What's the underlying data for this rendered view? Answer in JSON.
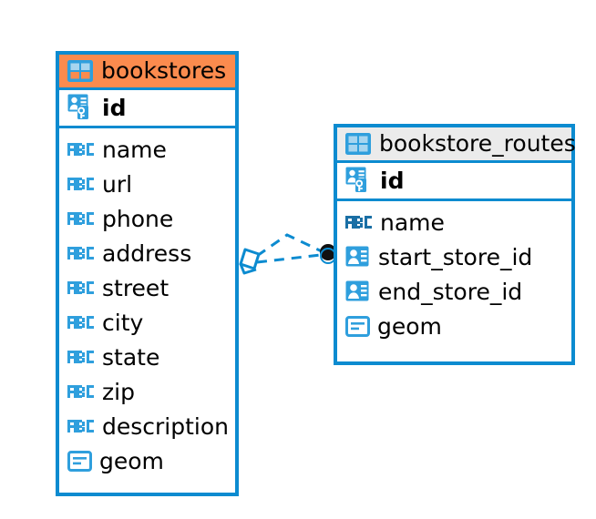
{
  "diagram": {
    "type": "entity-relationship-diagram",
    "background": "#ffffff",
    "colors": {
      "border_blue": "#0c8bd0",
      "header_accent_orange": "#fb8b4e",
      "header_plain_gray": "#ebebeb",
      "icon_blue": "#2f9fdd",
      "text_black": "#000000",
      "connector_blue": "#0c8bd0",
      "connector_endpoint_dark": "#111111"
    }
  },
  "tables": [
    {
      "name": "bookstores",
      "header_icon": "table-icon",
      "header_style": "accent",
      "primary_key": {
        "label": "id",
        "icon": "primary-key-icon"
      },
      "fields": [
        {
          "label": "name",
          "icon": "abc-text-icon",
          "type": "ABC"
        },
        {
          "label": "url",
          "icon": "abc-text-icon",
          "type": "ABC"
        },
        {
          "label": "phone",
          "icon": "abc-text-icon",
          "type": "ABC"
        },
        {
          "label": "address",
          "icon": "abc-text-icon",
          "type": "ABC"
        },
        {
          "label": "street",
          "icon": "abc-text-icon",
          "type": "ABC"
        },
        {
          "label": "city",
          "icon": "abc-text-icon",
          "type": "ABC"
        },
        {
          "label": "state",
          "icon": "abc-text-icon",
          "type": "ABC"
        },
        {
          "label": "zip",
          "icon": "abc-text-icon",
          "type": "ABC"
        },
        {
          "label": "description",
          "icon": "abc-text-icon",
          "type": "ABC"
        },
        {
          "label": "geom",
          "icon": "blob-geom-icon",
          "type": "GEOM"
        }
      ]
    },
    {
      "name": "bookstore_routes",
      "header_icon": "table-icon",
      "header_style": "plain",
      "primary_key": {
        "label": "id",
        "icon": "primary-key-icon"
      },
      "fields": [
        {
          "label": "name",
          "icon": "abc-text-icon",
          "type": "ABC"
        },
        {
          "label": "start_store_id",
          "icon": "foreign-key-icon",
          "type": "FK"
        },
        {
          "label": "end_store_id",
          "icon": "foreign-key-icon",
          "type": "FK"
        },
        {
          "label": "geom",
          "icon": "blob-geom-icon",
          "type": "GEOM"
        }
      ]
    }
  ],
  "relationship": {
    "source_table": "bookstores",
    "target_table": "bookstore_routes",
    "source_endpoint": "diamond-marker",
    "target_endpoint": "filled-circle-marker",
    "line_style": "dashed"
  }
}
